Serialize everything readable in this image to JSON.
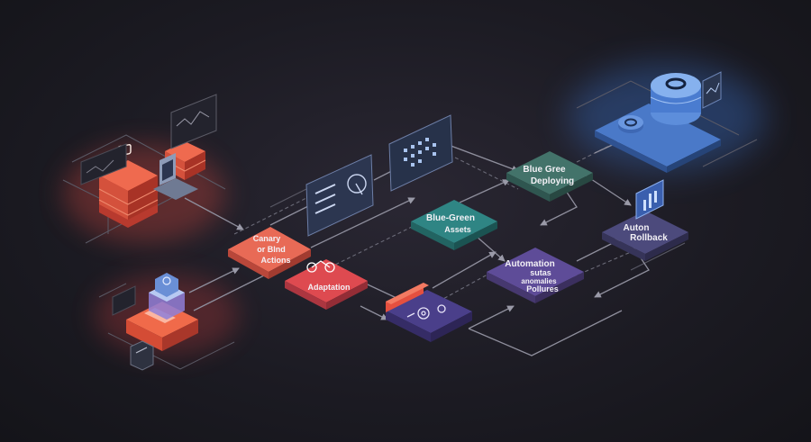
{
  "diagram": {
    "nodes": {
      "canary": {
        "line1": "Canary",
        "line2": "or Blnd",
        "line3": "Actions",
        "color": "#e05a4c"
      },
      "adaptation": {
        "label": "Adaptation",
        "color": "#d9434a"
      },
      "blue_green_assets": {
        "line1": "Blue-Green",
        "line2": "Assets",
        "color": "#2f7f7e"
      },
      "blue_green_deploying": {
        "line1": "Blue Gree",
        "line2": "Deploying",
        "color": "#3f6f63"
      },
      "automation": {
        "line1": "Automation",
        "line2": "sutas",
        "line3": "anomalies",
        "line4": "Pollures",
        "color": "#5b4a93"
      },
      "auto_rollback": {
        "line1": "Auton",
        "line2": "Rollback",
        "color": "#4a4878"
      },
      "gear_module": {
        "color": "#4a3f86"
      },
      "red_server_stack": {
        "color": "#e05640"
      },
      "orange_blue_stack": {
        "color": "#e5553f"
      },
      "database_cylinder": {
        "color": "#5f8fd6"
      }
    },
    "panels": {
      "monitor_list": {
        "color": "#3b4a6b"
      },
      "monitor_grid": {
        "color": "#2e3a5a"
      }
    }
  }
}
